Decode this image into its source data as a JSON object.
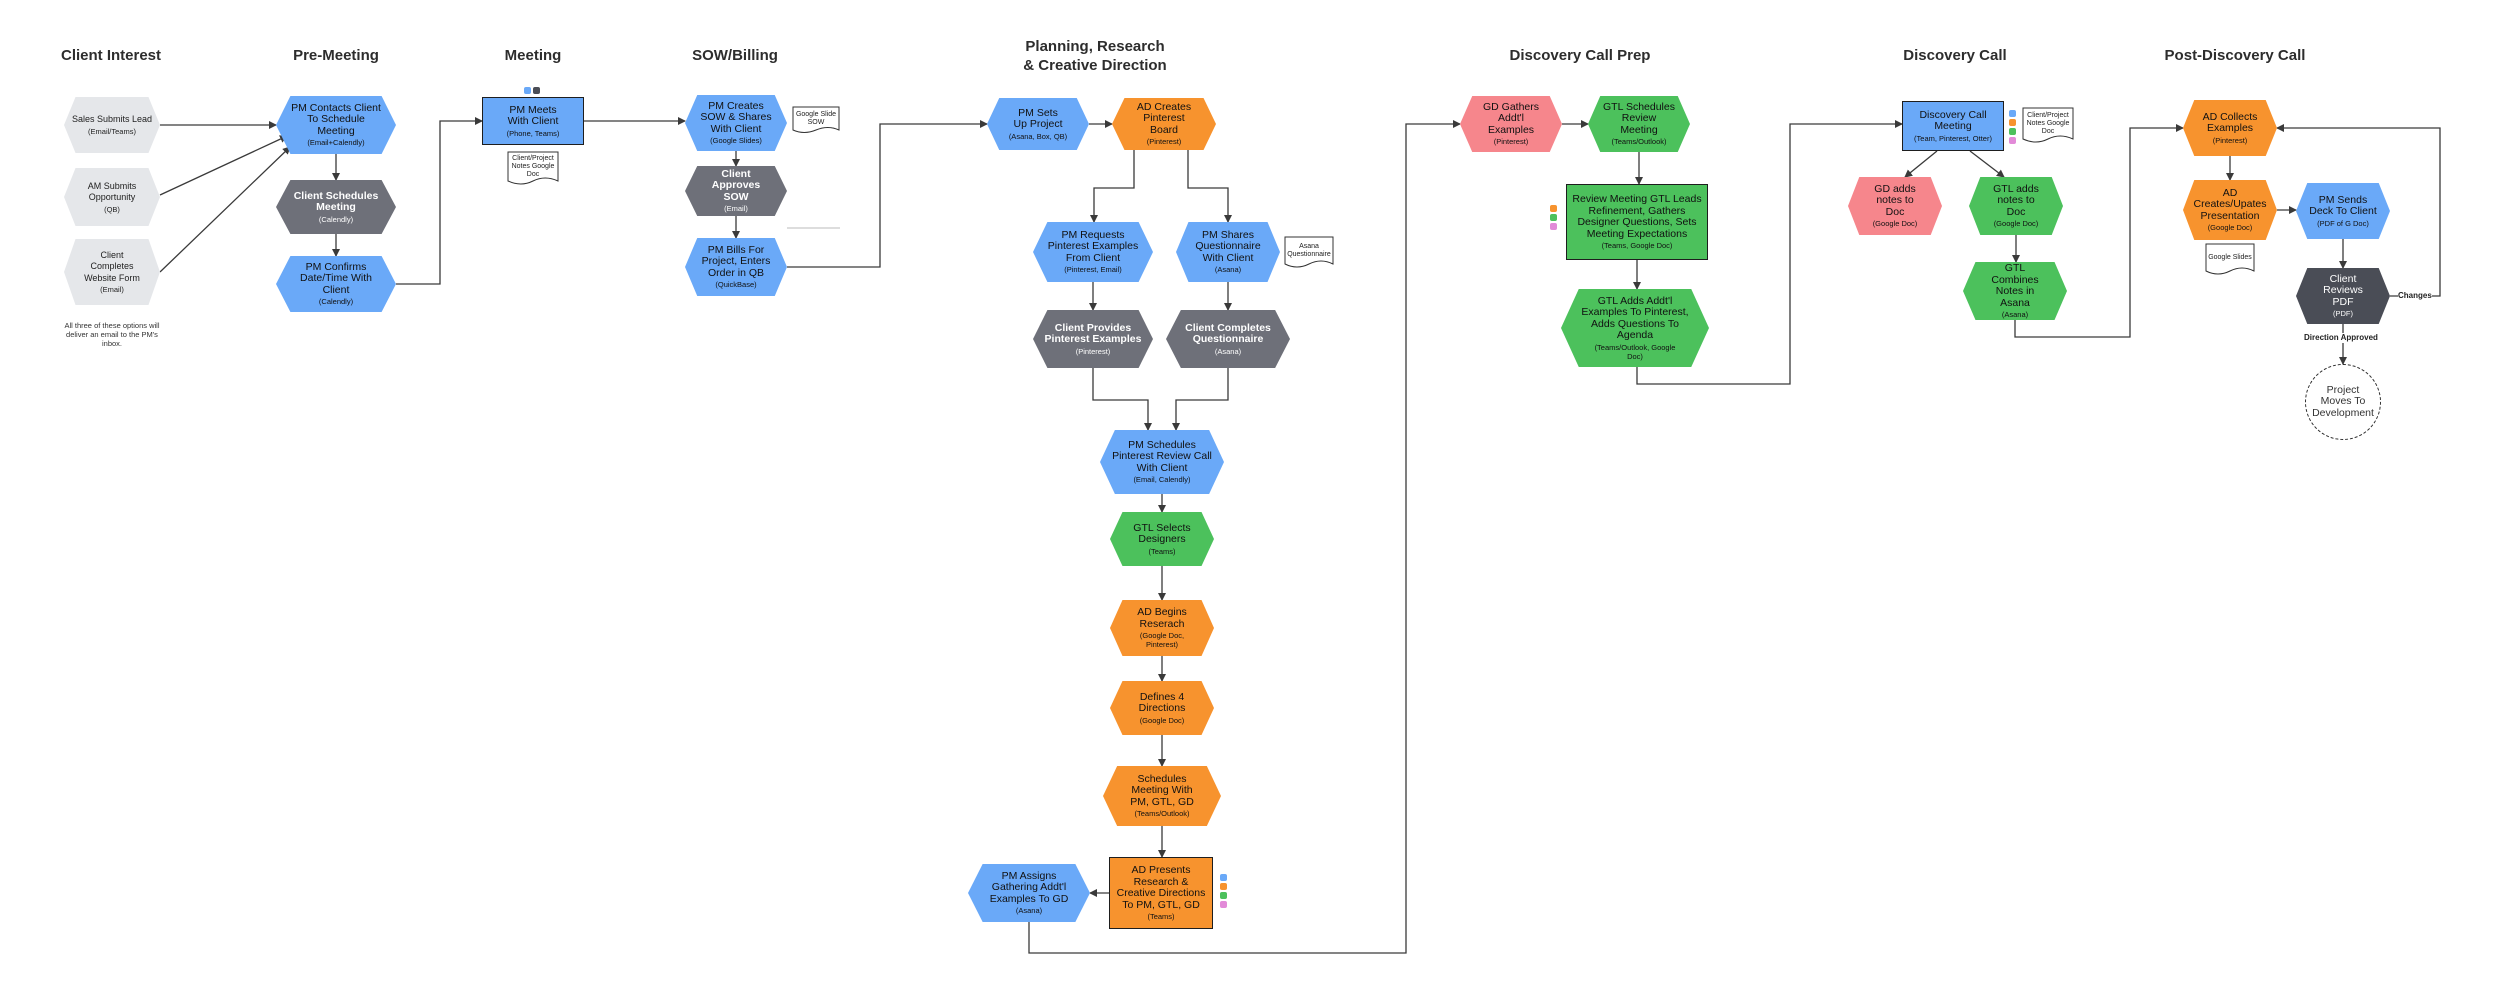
{
  "colors": {
    "blue": "#6aa9f8",
    "orange": "#f7932e",
    "green": "#4cc15c",
    "pink": "#f6868c",
    "gray": "#e5e7ea",
    "dark": "#6e7079",
    "darker": "#4a4d56",
    "line": "#3a3a3a",
    "purple": "#e28ad8"
  },
  "headers": {
    "client_interest": "Client Interest",
    "pre_meeting": "Pre-Meeting",
    "meeting": "Meeting",
    "sow_billing": "SOW/Billing",
    "planning_line1": "Planning, Research",
    "planning_line2": "& Creative Direction",
    "discovery_prep": "Discovery Call Prep",
    "discovery_call": "Discovery Call",
    "post_discovery": "Post-Discovery Call"
  },
  "nodes": {
    "sales_submits_lead": {
      "title": "Sales Submits Lead",
      "sub": "(Email/Teams)"
    },
    "am_submits_opportunity": {
      "title": "AM Submits Opportunity",
      "sub": "(QB)"
    },
    "client_completes_website_form": {
      "title": "Client Completes Website Form",
      "sub": "(Email)"
    },
    "pm_contacts_client": {
      "title": "PM Contacts Client To Schedule Meeting",
      "sub": "(Email+Calendly)"
    },
    "client_schedules_meeting": {
      "title": "Client Schedules Meeting",
      "sub": "(Calendly)"
    },
    "pm_confirms_datetime": {
      "title": "PM Confirms Date/Time With Client",
      "sub": "(Calendly)"
    },
    "pm_meets_with_client": {
      "title": "PM Meets With Client",
      "sub": "(Phone, Teams)"
    },
    "pm_creates_sow": {
      "title": "PM Creates SOW & Shares With Client",
      "sub": "(Google Slides)"
    },
    "client_approves_sow": {
      "title": "Client Approves SOW",
      "sub": "(Email)"
    },
    "pm_bills_for_project": {
      "title": "PM Bills For Project, Enters Order in QB",
      "sub": "(QuickBase)"
    },
    "pm_sets_up_project": {
      "title": "PM Sets Up Project",
      "sub": "(Asana, Box, QB)"
    },
    "ad_creates_pinterest_board": {
      "title": "AD Creates Pinterest Board",
      "sub": "(Pinterest)"
    },
    "pm_requests_pinterest_examples": {
      "title": "PM Requests Pinterest Examples From Client",
      "sub": "(Pinterest, Email)"
    },
    "pm_shares_questionnaire": {
      "title": "PM Shares Questionnaire With Client",
      "sub": "(Asana)"
    },
    "client_provides_pinterest_examples": {
      "title": "Client Provides Pinterest Examples",
      "sub": "(Pinterest)"
    },
    "client_completes_questionnaire": {
      "title": "Client Completes Questionnaire",
      "sub": "(Asana)"
    },
    "pm_schedules_pinterest_review": {
      "title": "PM Schedules Pinterest Review Call With Client",
      "sub": "(Email, Calendly)"
    },
    "gtl_selects_designers": {
      "title": "GTL Selects Designers",
      "sub": "(Teams)"
    },
    "ad_begins_research": {
      "title": "AD Begins Reserach",
      "sub": "(Google Doc, Pinterest)"
    },
    "defines_4_directions": {
      "title": "Defines 4 Directions",
      "sub": "(Google Doc)"
    },
    "schedules_meeting_pm_gtl_gd": {
      "title": "Schedules Meeting With PM, GTL, GD",
      "sub": "(Teams/Outlook)"
    },
    "ad_presents_research": {
      "title": "AD Presents Research & Creative Directions To PM, GTL, GD",
      "sub": "(Teams)"
    },
    "pm_assigns_gathering": {
      "title": "PM Assigns Gathering Addt'l Examples To GD",
      "sub": "(Asana)"
    },
    "gd_gathers_examples": {
      "title": "GD Gathers Addt'l Examples",
      "sub": "(Pinterest)"
    },
    "gtl_schedules_review": {
      "title": "GTL Schedules Review Meeting",
      "sub": "(Teams/Outlook)"
    },
    "review_meeting": {
      "title": "Review Meeting GTL Leads Refinement, Gathers Designer Questions, Sets Meeting Expectations",
      "sub": "(Teams, Google Doc)"
    },
    "gtl_adds_examples": {
      "title": "GTL Adds Addt'l Examples To Pinterest, Adds Questions To Agenda",
      "sub": "(Teams/Outlook, Google Doc)"
    },
    "discovery_call_meeting": {
      "title": "Discovery Call Meeting",
      "sub": "(Team, Pinterest, Otter)"
    },
    "gd_adds_notes": {
      "title": "GD adds notes to Doc",
      "sub": "(Google Doc)"
    },
    "gtl_adds_notes": {
      "title": "GTL adds notes to Doc",
      "sub": "(Google Doc)"
    },
    "gtl_combines_notes": {
      "title": "GTL Combines Notes in Asana",
      "sub": "(Asana)"
    },
    "ad_collects_examples": {
      "title": "AD Collects Examples",
      "sub": "(Pinterest)"
    },
    "ad_creates_presentation": {
      "title": "AD Creates/Upates Presentation",
      "sub": "(Google Doc)"
    },
    "pm_sends_deck": {
      "title": "PM Sends Deck To Client",
      "sub": "(PDF of G Doc)"
    },
    "client_reviews_pdf": {
      "title": "Client Reviews PDF",
      "sub": "(PDF)"
    },
    "project_moves_to_development": {
      "title": "Project Moves To Development",
      "sub": ""
    }
  },
  "documents": {
    "client_project_notes_meeting": "Client/Project Notes Google Doc",
    "google_slide_sow": "Google Slide SOW",
    "asana_questionnaire": "Asana Questionnaire",
    "client_project_notes_discovery": "Client/Project Notes Google Doc",
    "google_slides": "Google Slides"
  },
  "notes": {
    "client_interest_note": "All three of these options will deliver an email to the PM's inbox."
  },
  "edge_labels": {
    "changes": "Changes",
    "direction_approved": "Direction Approved"
  }
}
